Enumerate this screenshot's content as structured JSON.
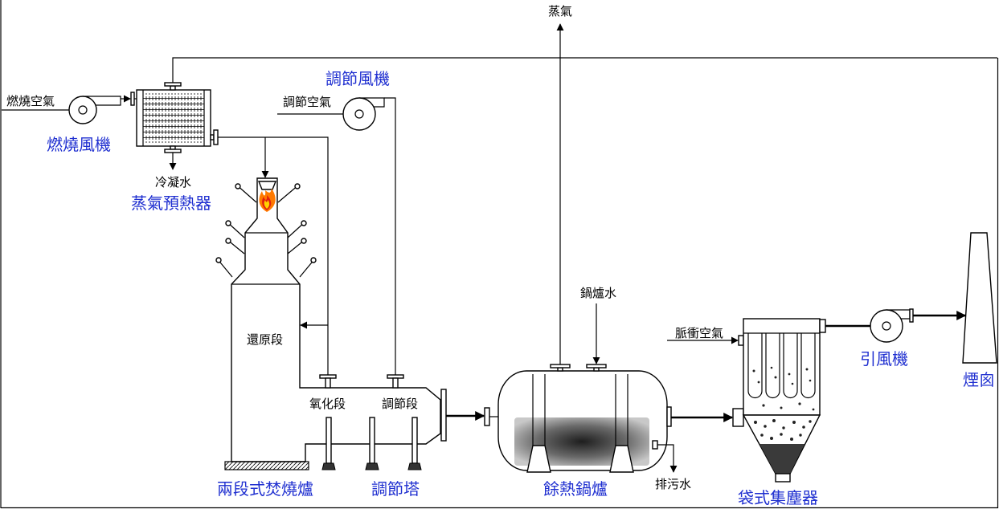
{
  "labels": {
    "steam": "蒸氣",
    "combustion_air": "燃燒空氣",
    "combustion_fan": "燃燒風機",
    "adjust_fan": "調節風機",
    "adjust_air": "調節空氣",
    "condensate": "冷凝水",
    "steam_preheater": "蒸氣預熱器",
    "reduction_section": "還原段",
    "oxidation_section": "氧化段",
    "adjust_section": "調節段",
    "boiler_water": "鍋爐水",
    "pulse_air": "脈衝空氣",
    "induced_fan": "引風機",
    "chimney": "煙囪",
    "incinerator": "兩段式焚燒爐",
    "adjust_tower": "調節塔",
    "waste_heat_boiler": "餘熱鍋爐",
    "blowdown": "排污水",
    "bag_filter": "袋式集塵器"
  },
  "colors": {
    "line": "#000000",
    "process_label": "#000000",
    "equipment_label": "#1f2fd0",
    "flame_outer": "#ff7a00",
    "flame_inner": "#ffd200",
    "flame_core": "#e02010",
    "dust": "#3a3a3a"
  }
}
